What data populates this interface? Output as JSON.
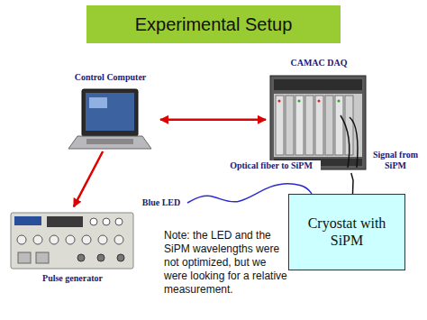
{
  "diagram": {
    "title": "Experimental Setup",
    "nodes": [
      {
        "text": [
          "Control Computer"
        ]
      },
      {
        "text": [
          "CAMAC DAQ"
        ]
      },
      {
        "text": [
          "Pulse generator"
        ]
      },
      {
        "text": [
          "Blue LED"
        ]
      },
      {
        "text": [
          "Cryostat with SiPM"
        ]
      }
    ],
    "edges": [
      {
        "from": 0,
        "to": 1,
        "arrow": "both"
      },
      {
        "from": 0,
        "to": 2,
        "arrow": "to"
      },
      {
        "from": 3,
        "to": 4,
        "label": "Optical fiber to SiPM",
        "arrow": "none"
      },
      {
        "from": 4,
        "to": 1,
        "label": "Signal from SiPM",
        "arrow": "none"
      }
    ],
    "labels": [
      "Note: the LED and the SiPM wavelengths were not optimized, but we were looking for a relative measurement."
    ]
  }
}
